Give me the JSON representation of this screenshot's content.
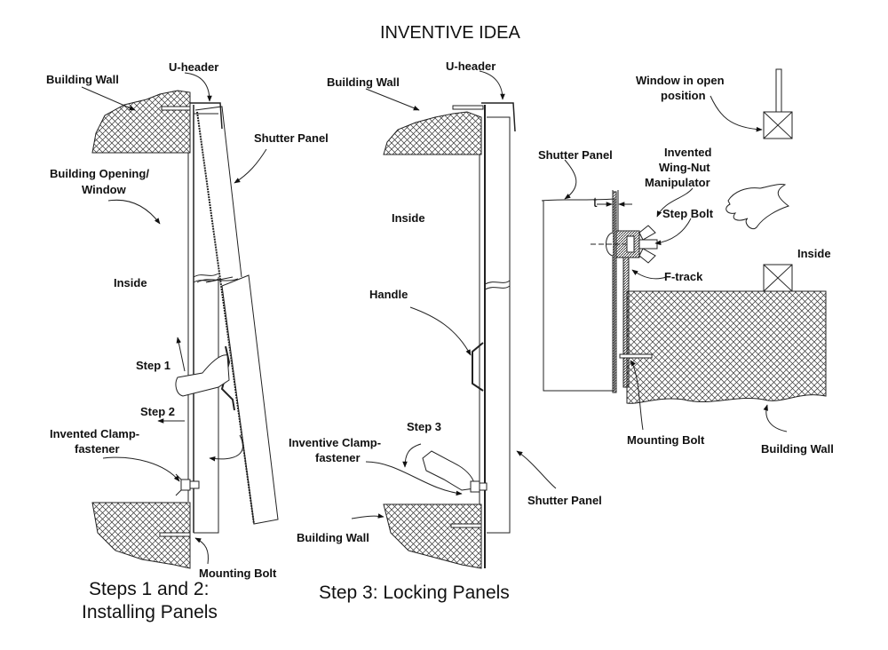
{
  "title": "INVENTIVE IDEA",
  "panels": [
    {
      "id": "steps-1-2",
      "caption_line1": "Steps 1 and 2:",
      "caption_line2": "Installing Panels",
      "labels": {
        "building_wall_top": "Building Wall",
        "u_header": "U-header",
        "shutter_panel": "Shutter Panel",
        "building_opening_line1": "Building Opening/",
        "building_opening_line2": "Window",
        "inside": "Inside",
        "step1": "Step 1",
        "step2": "Step 2",
        "clamp_line1": "Invented Clamp-",
        "clamp_line2": "fastener",
        "mounting_bolt": "Mounting Bolt"
      }
    },
    {
      "id": "step-3",
      "caption": "Step 3: Locking Panels",
      "labels": {
        "u_header": "U-header",
        "building_wall_top": "Building Wall",
        "inside": "Inside",
        "handle": "Handle",
        "step3": "Step 3",
        "clamp_line1": "Inventive Clamp-",
        "clamp_line2": "fastener",
        "building_wall_bottom": "Building Wall",
        "shutter_panel": "Shutter Panel"
      }
    },
    {
      "id": "plan-detail",
      "labels": {
        "window_open_line1": "Window in open",
        "window_open_line2": "position",
        "shutter_panel": "Shutter Panel",
        "wingnut_line1": "Invented",
        "wingnut_line2": "Wing-Nut",
        "wingnut_line3": "Manipulator",
        "thickness": "t",
        "step_bolt": "Step Bolt",
        "inside": "Inside",
        "f_track": "F-track",
        "mounting_bolt": "Mounting Bolt",
        "building_wall": "Building Wall"
      }
    }
  ]
}
